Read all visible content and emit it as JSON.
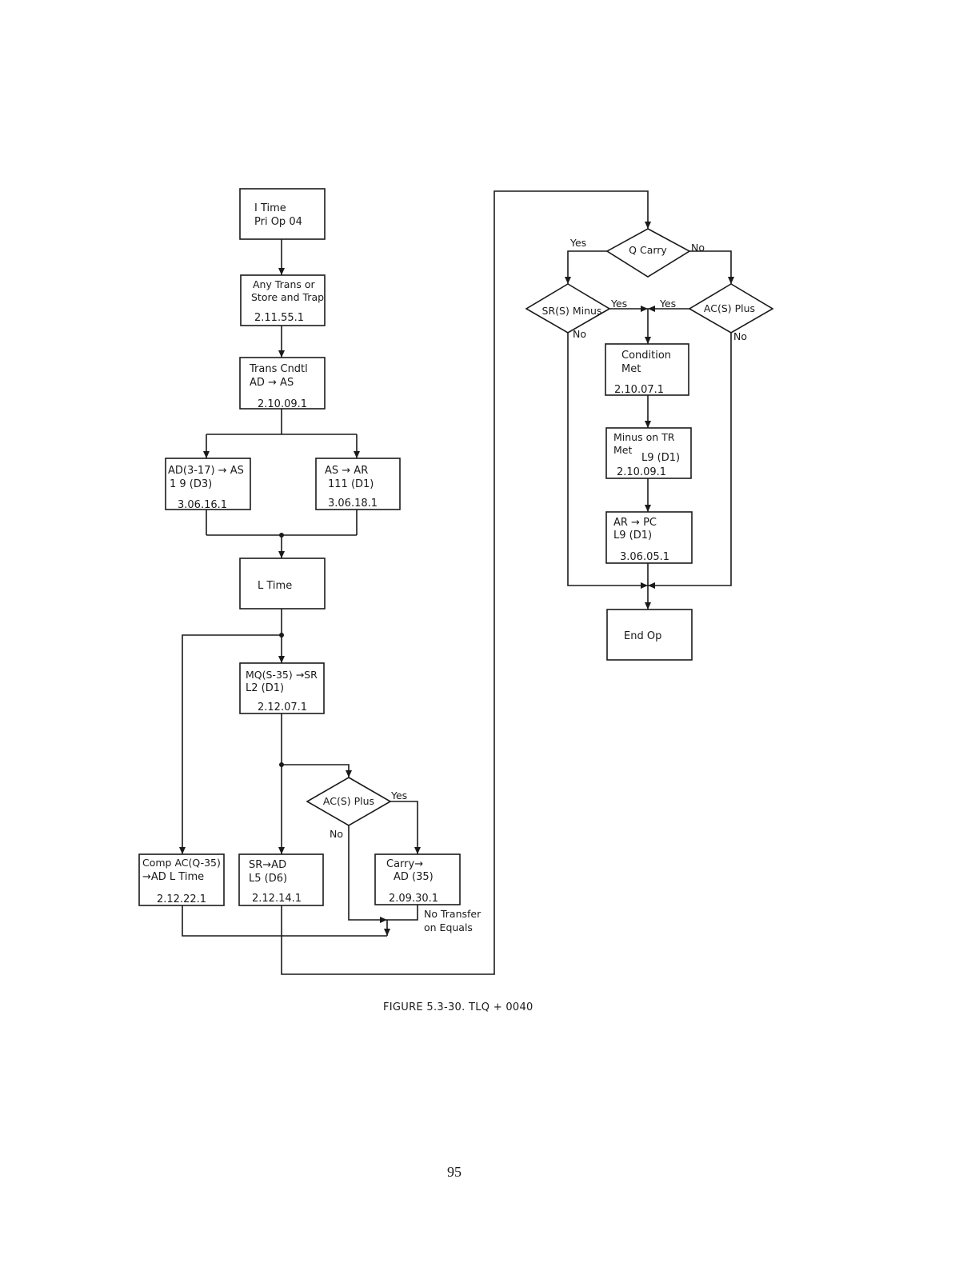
{
  "diagram": {
    "boxes": {
      "i_time": [
        "I Time",
        "Pri Op 04"
      ],
      "any_trans": [
        "Any Trans or",
        "Store and Trap",
        "2.11.55.1"
      ],
      "trans_cndtl": [
        "Trans Cndtl",
        "AD → AS",
        "2.10.09.1"
      ],
      "ad_as": [
        "AD(3-17) → AS",
        "1 9 (D3)",
        "3.06.16.1"
      ],
      "as_ar": [
        "AS → AR",
        "111 (D1)",
        "3.06.18.1"
      ],
      "l_time": [
        "L Time"
      ],
      "mq_sr": [
        "MQ(S-35) →SR",
        "L2 (D1)",
        "2.12.07.1"
      ],
      "comp_ac": [
        "Comp AC(Q-35)",
        "→AD L Time",
        "2.12.22.1"
      ],
      "sr_ad": [
        "SR→AD",
        "L5 (D6)",
        "2.12.14.1"
      ],
      "carry_ad": [
        "Carry→",
        "AD (35)",
        "2.09.30.1"
      ],
      "condition_met": [
        "Condition",
        "Met",
        "2.10.07.1"
      ],
      "minus_on_tr": [
        "Minus on TR",
        "Met",
        "L9 (D1)",
        "2.10.09.1"
      ],
      "ar_pc": [
        "AR → PC",
        "L9 (D1)",
        "3.06.05.1"
      ],
      "end_op": [
        "End Op"
      ]
    },
    "decisions": {
      "ac_plus_left": "AC(S) Plus",
      "q_carry": "Q Carry",
      "sr_minus": "SR(S) Minus",
      "ac_plus_right": "AC(S) Plus"
    },
    "edge_labels": {
      "yes": "Yes",
      "no": "No",
      "no_transfer_1": "No Transfer",
      "no_transfer_2": "on Equals"
    }
  },
  "caption": "FIGURE 5.3-30. TLQ + 0040",
  "page_number": "95"
}
